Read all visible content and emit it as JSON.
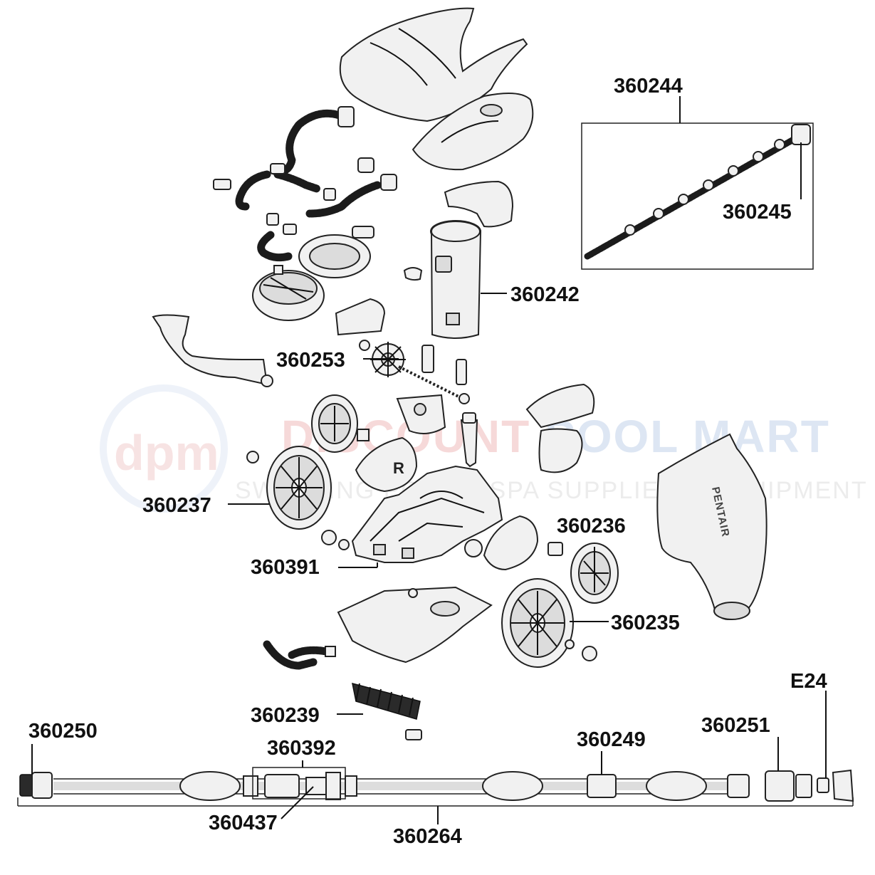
{
  "watermark": {
    "logo_text": "dpm",
    "line1_a": "DISCOUNT",
    "line1_b": "POOL MART",
    "line2": "SWIMMING POOL & SPA SUPPLIES & EQUIPMENT"
  },
  "brand_text": "PENTAIR",
  "wheel_letter": "R",
  "labels": {
    "p360244": "360244",
    "p360245": "360245",
    "p360242": "360242",
    "p360253": "360253",
    "p360237": "360237",
    "p360236": "360236",
    "p360391": "360391",
    "p360235": "360235",
    "pE24": "E24",
    "p360239": "360239",
    "p360250": "360250",
    "p360251": "360251",
    "p360392": "360392",
    "p360249": "360249",
    "p360437": "360437",
    "p360264": "360264"
  }
}
